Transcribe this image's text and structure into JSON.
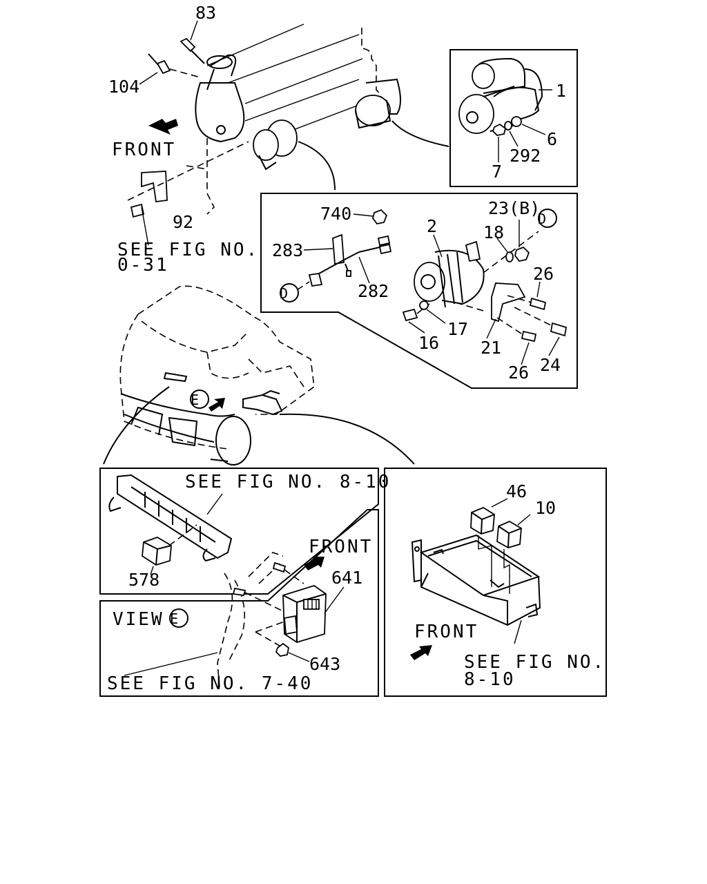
{
  "labels": {
    "p83": "83",
    "p104": "104",
    "p1": "1",
    "p6": "6",
    "p292": "292",
    "p7": "7",
    "p92": "92",
    "p740": "740",
    "p23b": "23(B)",
    "p2": "2",
    "p18": "18",
    "p283": "283",
    "p282": "282",
    "p26a": "26",
    "p17": "17",
    "p16": "16",
    "p21": "21",
    "p26b": "26",
    "p24": "24",
    "p578": "578",
    "p641": "641",
    "p643": "643",
    "p46": "46",
    "p10": "10"
  },
  "markers": {
    "d_right": "D",
    "d_left": "D",
    "e_truck": "E",
    "e_view": "E"
  },
  "text": {
    "front_top": "FRONT",
    "see_fig_031_line1": "SEE FIG NO.",
    "see_fig_031_line2": "0-31",
    "see_fig_810_relay": "SEE FIG NO. 8-10",
    "front_view_e": "FRONT",
    "view_e": "VIEW",
    "see_fig_740": "SEE FIG NO. 7-40",
    "front_box": "FRONT",
    "see_fig_810_box_line1": "SEE FIG NO.",
    "see_fig_810_box_line2": "8-10"
  }
}
